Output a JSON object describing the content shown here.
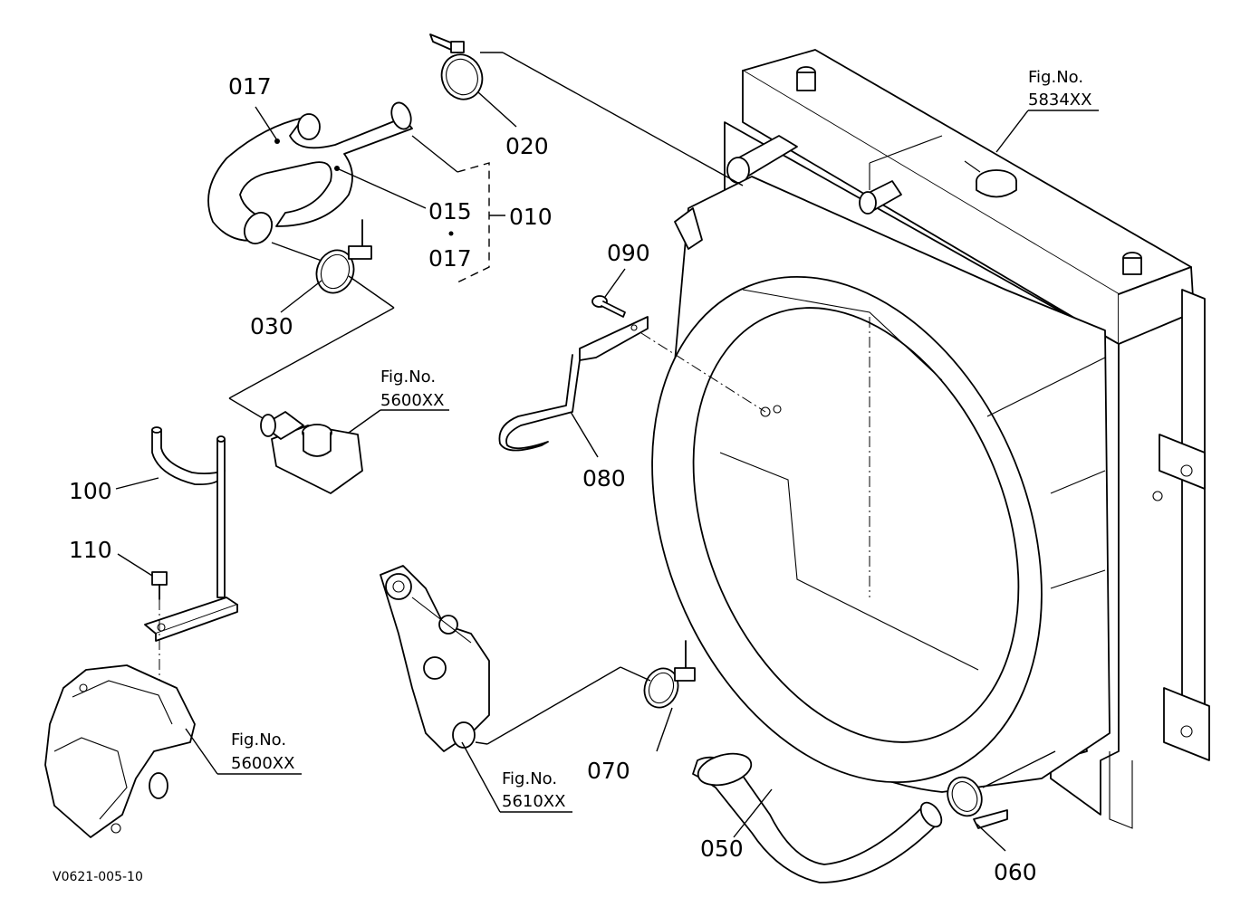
{
  "drawing_code": "V0621-005-10",
  "parts": [
    {
      "no": "017"
    },
    {
      "no": "020"
    },
    {
      "no": "015"
    },
    {
      "no": "010"
    },
    {
      "no": "017"
    },
    {
      "no": "030"
    },
    {
      "no": "090"
    },
    {
      "no": "080"
    },
    {
      "no": "100"
    },
    {
      "no": "110"
    },
    {
      "no": "070"
    },
    {
      "no": "050"
    },
    {
      "no": "060"
    }
  ],
  "figure_refs": [
    {
      "label": "Fig.No.",
      "number": "5834XX"
    },
    {
      "label": "Fig.No.",
      "number": "5600XX"
    },
    {
      "label": "Fig.No.",
      "number": "5600XX"
    },
    {
      "label": "Fig.No.",
      "number": "5610XX"
    }
  ]
}
